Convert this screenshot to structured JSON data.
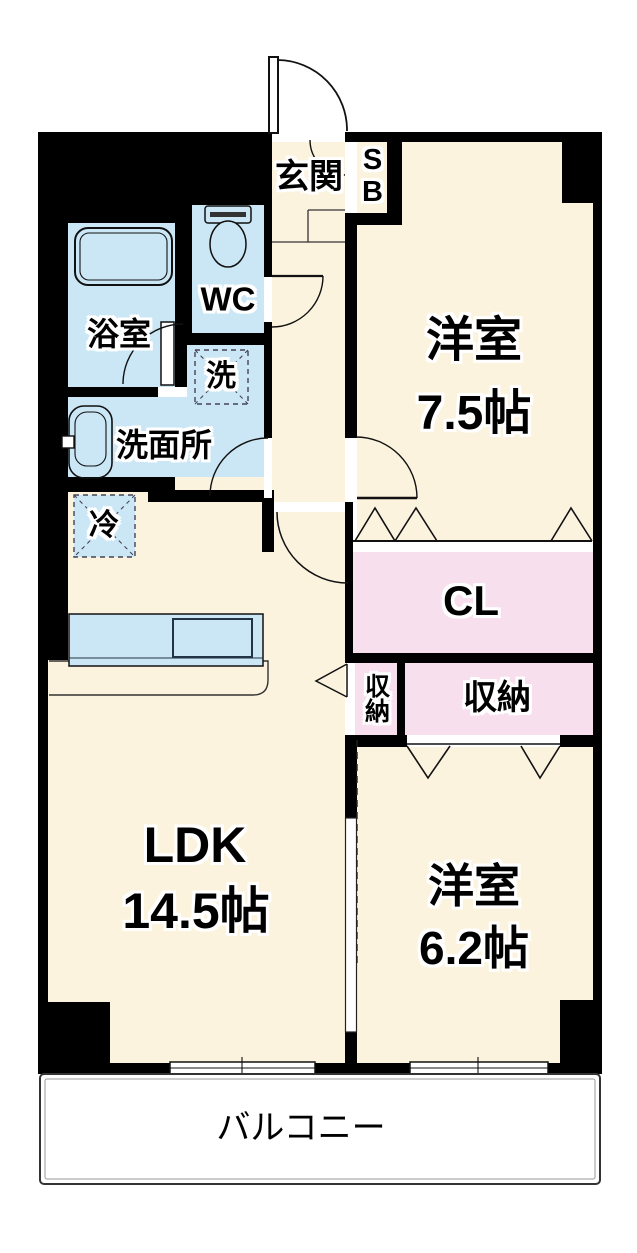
{
  "floorplan": {
    "type": "apartment-floor-plan",
    "rooms": {
      "entrance": {
        "label": "玄関"
      },
      "shoe_box": {
        "label": "SB"
      },
      "western_room_1": {
        "label": "洋室",
        "size": "7.5帖"
      },
      "toilet": {
        "label": "WC"
      },
      "bathroom": {
        "label": "浴室"
      },
      "washer": {
        "label": "洗"
      },
      "washroom": {
        "label": "洗面所"
      },
      "refrigerator": {
        "label": "冷"
      },
      "closet": {
        "label": "CL"
      },
      "storage_side": {
        "label": "収納"
      },
      "storage_main": {
        "label": "収納"
      },
      "ldk": {
        "label": "LDK",
        "size": "14.5帖"
      },
      "western_room_2": {
        "label": "洋室",
        "size": "6.2帖"
      },
      "balcony": {
        "label": "バルコニー"
      }
    },
    "colors": {
      "floor": "#FCF3DF",
      "wet_area": "#CBE7F6",
      "closet": "#F8DFED",
      "wall": "#000000",
      "line": "#111111"
    }
  }
}
